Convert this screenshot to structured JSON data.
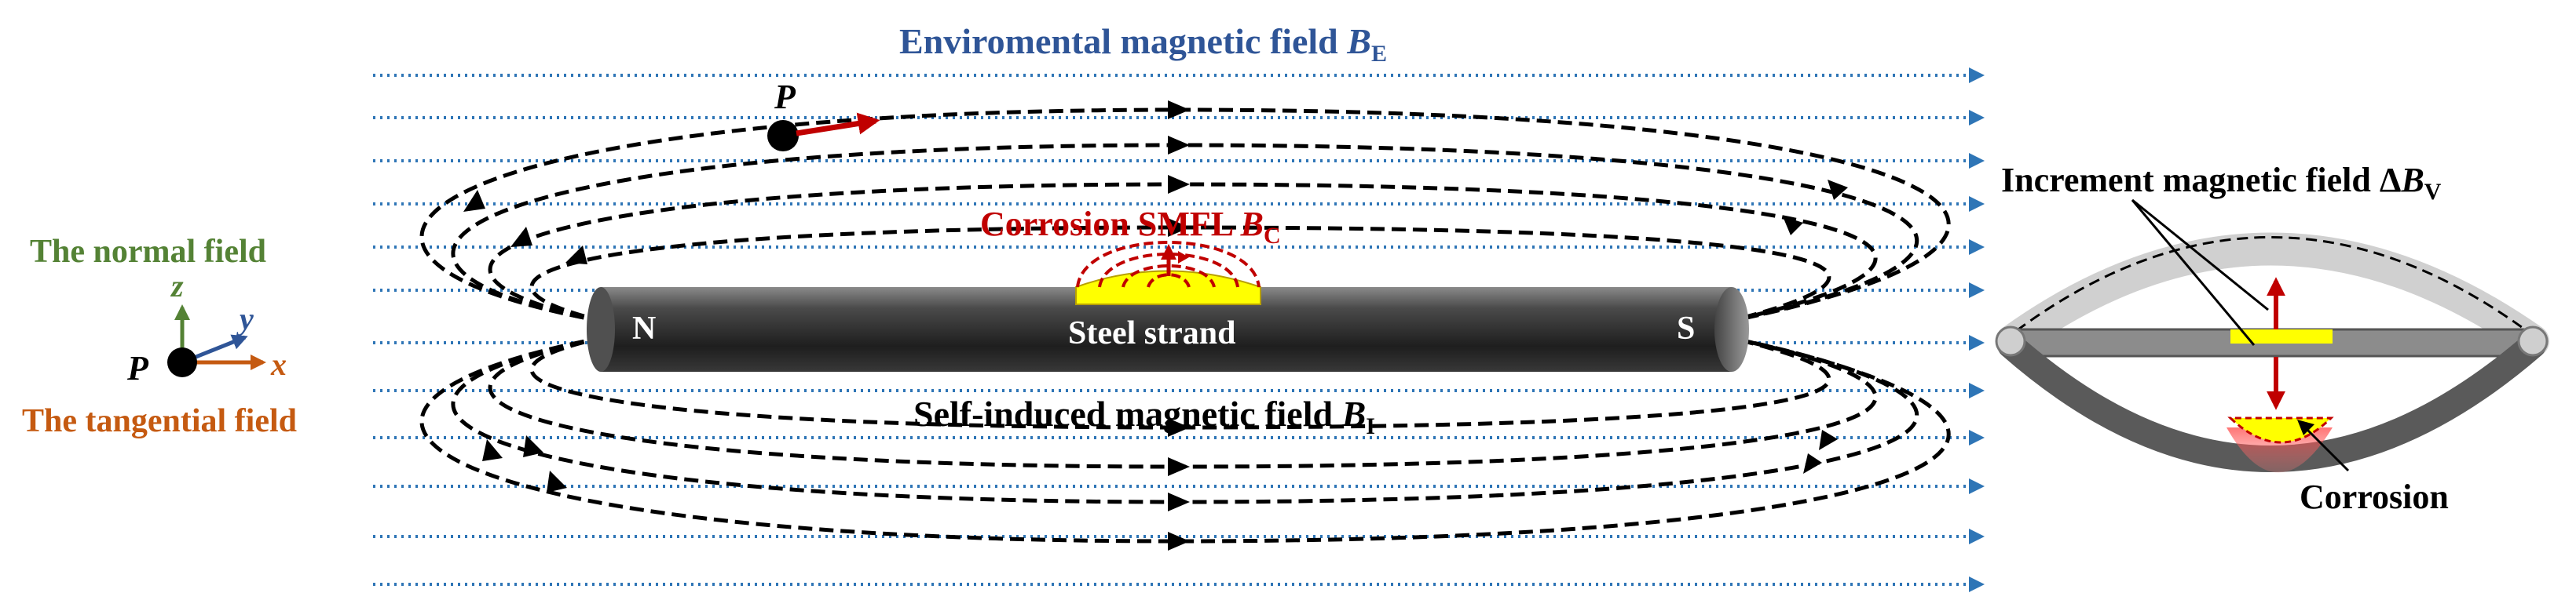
{
  "labels": {
    "env_title_text": "Enviromental magnetic field ",
    "env_title_sym": "B",
    "env_title_sub": "E",
    "corrosion_smfl_text": "Corrosion SMFL ",
    "corrosion_smfl_sym": "B",
    "corrosion_smfl_sub": "C",
    "steel_strand": "Steel strand",
    "north": "N",
    "south": "S",
    "self_induced_text": "Self-induced magnetic field ",
    "self_induced_sym": "B",
    "self_induced_sub": "I",
    "point_p_top": "P",
    "normal_field": "The normal field",
    "tangential_field": "The tangential field",
    "axis_z": "z",
    "axis_y": "y",
    "axis_x": "x",
    "axis_p": "P",
    "increment_text": "Increment magnetic field Δ",
    "increment_sym": "B",
    "increment_sub": "V",
    "corrosion": "Corrosion"
  },
  "colors": {
    "env_field": "#2e75b6",
    "title_blue": "#2f5597",
    "smfl_red": "#c00000",
    "normal_green": "#548235",
    "tangential_orange": "#c55a11",
    "corrosion_yellow": "#ffff00",
    "strand_dark": "#3a3a3a"
  }
}
